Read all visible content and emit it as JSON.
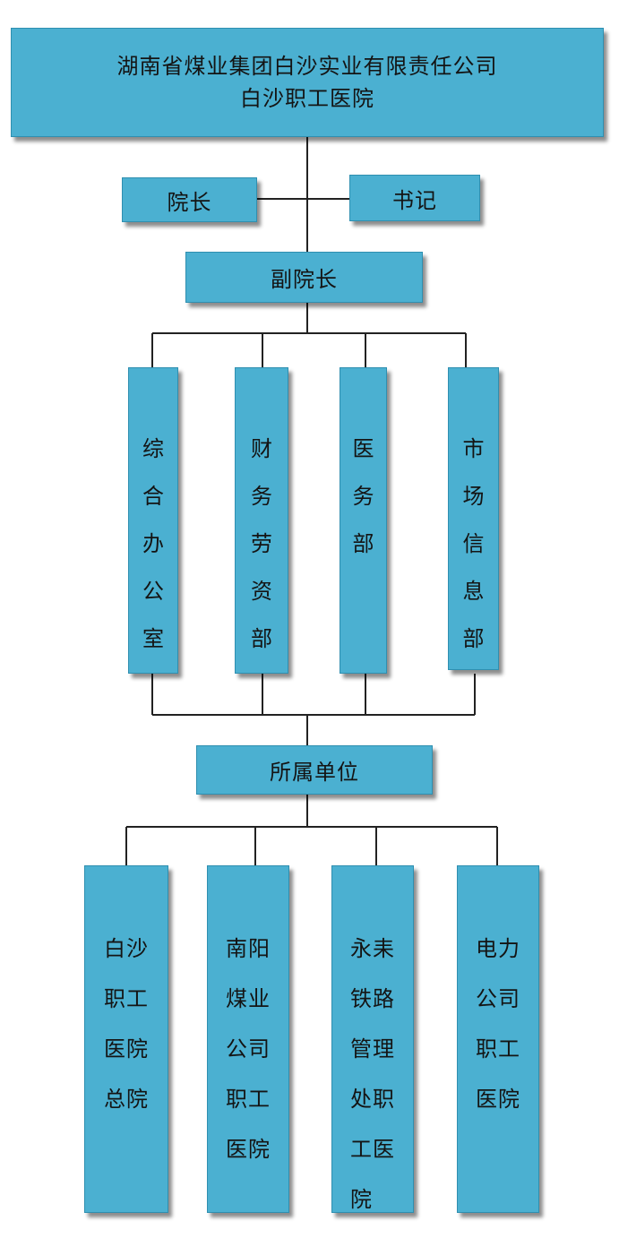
{
  "top": {
    "line1": "湖南省煤业集团白沙实业有限责任公司",
    "line2": "白沙职工医院"
  },
  "leaders": {
    "president": "院长",
    "secretary": "书记",
    "vice_president": "副院长"
  },
  "departments": [
    {
      "label": "综\n合\n办\n公\n室"
    },
    {
      "label": "财\n务\n劳\n资\n部"
    },
    {
      "label": "医\n务\n部"
    },
    {
      "label": "市\n场\n信\n息\n部"
    }
  ],
  "affiliates_header": "所属单位",
  "affiliates": [
    {
      "label": "白沙\n职工\n医院\n总院"
    },
    {
      "label": "南阳\n煤业\n公司\n职工\n医院"
    },
    {
      "label": "永耒\n铁路\n管理\n处职\n工医\n院"
    },
    {
      "label": "电力\n公司\n职工\n医院"
    }
  ],
  "colors": {
    "box_fill": "#4bb0d1",
    "box_border": "#2f8fb0",
    "line": "#222222",
    "text": "#141414"
  }
}
